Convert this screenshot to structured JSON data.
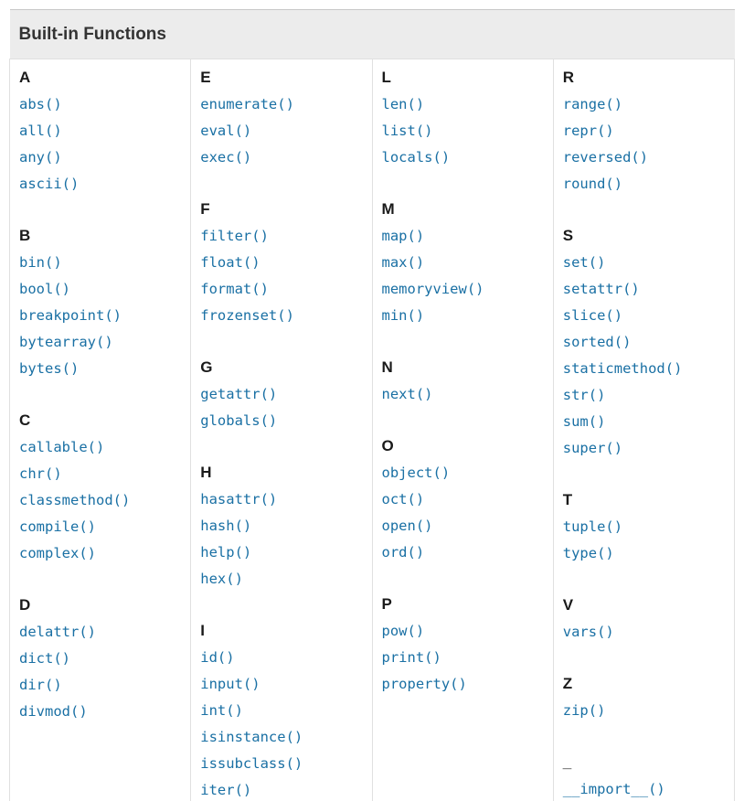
{
  "table": {
    "title": "Built-in Functions",
    "columns": [
      {
        "sections": [
          {
            "letter": "A",
            "functions": [
              "abs()",
              "all()",
              "any()",
              "ascii()"
            ]
          },
          {
            "letter": "B",
            "functions": [
              "bin()",
              "bool()",
              "breakpoint()",
              "bytearray()",
              "bytes()"
            ]
          },
          {
            "letter": "C",
            "functions": [
              "callable()",
              "chr()",
              "classmethod()",
              "compile()",
              "complex()"
            ]
          },
          {
            "letter": "D",
            "functions": [
              "delattr()",
              "dict()",
              "dir()",
              "divmod()"
            ]
          }
        ]
      },
      {
        "sections": [
          {
            "letter": "E",
            "functions": [
              "enumerate()",
              "eval()",
              "exec()"
            ]
          },
          {
            "letter": "F",
            "functions": [
              "filter()",
              "float()",
              "format()",
              "frozenset()"
            ]
          },
          {
            "letter": "G",
            "functions": [
              "getattr()",
              "globals()"
            ]
          },
          {
            "letter": "H",
            "functions": [
              "hasattr()",
              "hash()",
              "help()",
              "hex()"
            ]
          },
          {
            "letter": "I",
            "functions": [
              "id()",
              "input()",
              "int()",
              "isinstance()",
              "issubclass()",
              "iter()"
            ]
          }
        ]
      },
      {
        "sections": [
          {
            "letter": "L",
            "functions": [
              "len()",
              "list()",
              "locals()"
            ]
          },
          {
            "letter": "M",
            "functions": [
              "map()",
              "max()",
              "memoryview()",
              "min()"
            ]
          },
          {
            "letter": "N",
            "functions": [
              "next()"
            ]
          },
          {
            "letter": "O",
            "functions": [
              "object()",
              "oct()",
              "open()",
              "ord()"
            ]
          },
          {
            "letter": "P",
            "functions": [
              "pow()",
              "print()",
              "property()"
            ]
          }
        ]
      },
      {
        "sections": [
          {
            "letter": "R",
            "functions": [
              "range()",
              "repr()",
              "reversed()",
              "round()"
            ]
          },
          {
            "letter": "S",
            "functions": [
              "set()",
              "setattr()",
              "slice()",
              "sorted()",
              "staticmethod()",
              "str()",
              "sum()",
              "super()"
            ]
          },
          {
            "letter": "T",
            "functions": [
              "tuple()",
              "type()"
            ]
          },
          {
            "letter": "V",
            "functions": [
              "vars()"
            ]
          },
          {
            "letter": "Z",
            "functions": [
              "zip()"
            ]
          },
          {
            "letter": "_",
            "functions": [
              "__import__()"
            ]
          }
        ]
      }
    ]
  },
  "colors": {
    "link_blue": "#1a70a4",
    "letter_text": "#1a1a1a",
    "title_text": "#333333",
    "header_background": "#ececec",
    "border": "#e0e0e0"
  }
}
